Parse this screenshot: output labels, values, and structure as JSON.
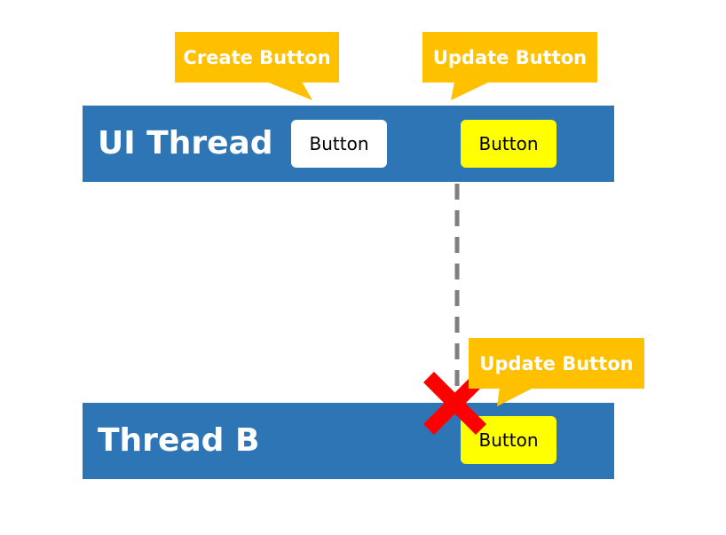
{
  "colors": {
    "thread_bar": "#2e75b6",
    "callout": "#ffc000",
    "button_default": "#ffffff",
    "button_updated": "#ffff00",
    "cross": "#ff0000",
    "dashed_line": "#7f7f7f"
  },
  "ui_thread": {
    "title": "UI Thread",
    "buttons": [
      {
        "label": "Button",
        "state": "default"
      },
      {
        "label": "Button",
        "state": "updated"
      }
    ],
    "callouts": [
      {
        "text": "Create Button"
      },
      {
        "text": "Update Button"
      }
    ]
  },
  "thread_b": {
    "title": "Thread B",
    "button": {
      "label": "Button",
      "state": "updated"
    },
    "callout": {
      "text": "Update Button"
    },
    "blocked_icon": "cross-icon"
  }
}
